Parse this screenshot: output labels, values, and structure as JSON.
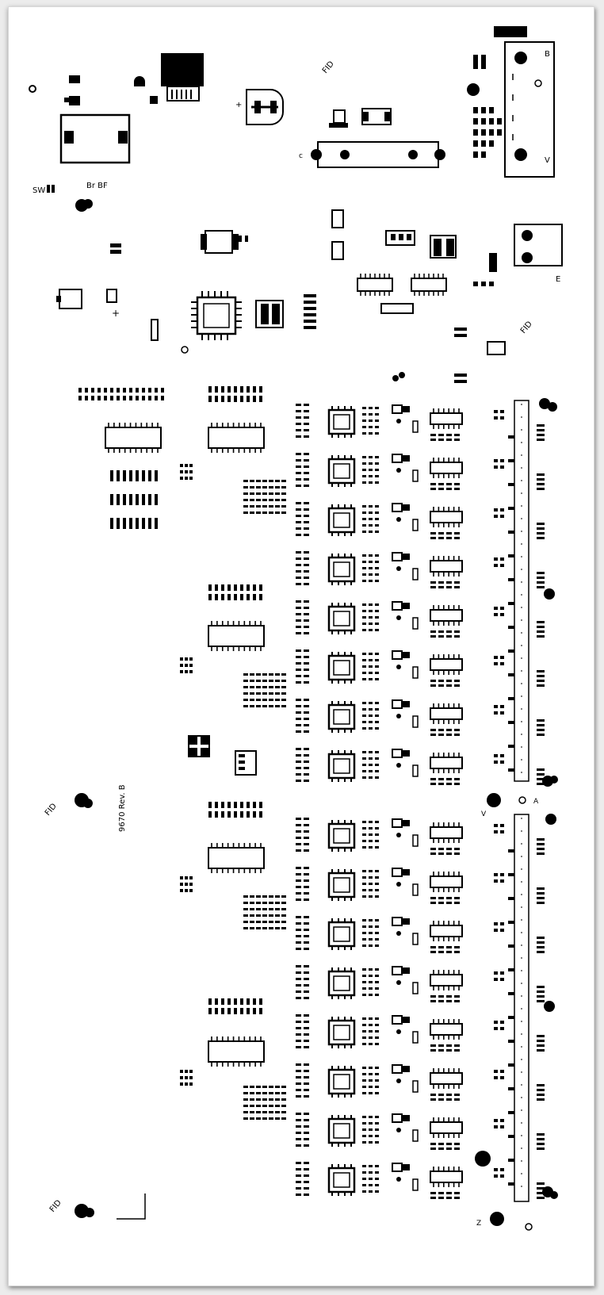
{
  "board": {
    "revision_label": "9670 Rev. B",
    "colors": {
      "background": "#ffffff",
      "silkscreen": "#000000",
      "frame": "#ececec"
    },
    "labels": {
      "sw": "SW",
      "br": "Br  BF",
      "fid": "FID",
      "a": "A",
      "b": "B",
      "e": "E",
      "v": "V",
      "c": "C"
    }
  }
}
